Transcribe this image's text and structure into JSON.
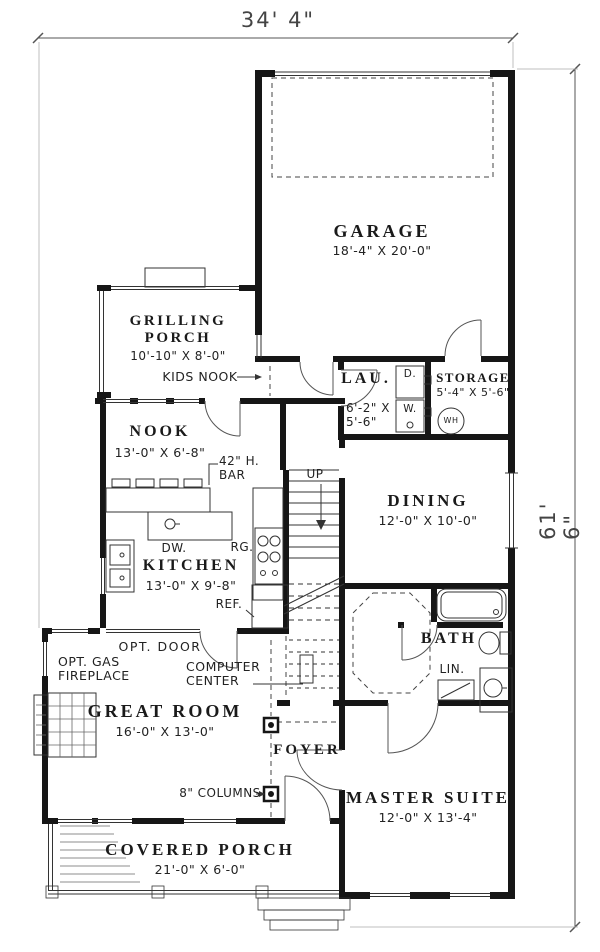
{
  "dimensions": {
    "overall_width": "34' 4\"",
    "overall_depth": "61' 6\""
  },
  "rooms": {
    "garage": {
      "name": "GARAGE",
      "size": "18'-4\" X 20'-0\""
    },
    "grilling_porch": {
      "name": "GRILLING PORCH",
      "size": "10'-10\" X 8'-0\""
    },
    "laundry": {
      "name": "LAU.",
      "size": "6'-2\" X 5'-6\""
    },
    "storage": {
      "name": "STORAGE",
      "size": "5'-4\" X 5'-6\""
    },
    "nook": {
      "name": "NOOK",
      "size": "13'-0\" X 6'-8\""
    },
    "dining": {
      "name": "DINING",
      "size": "12'-0\" X 10'-0\""
    },
    "kitchen": {
      "name": "KITCHEN",
      "size": "13'-0\" X 9'-8\""
    },
    "bath": {
      "name": "BATH"
    },
    "great_room": {
      "name": "GREAT ROOM",
      "size": "16'-0\" X 13'-0\""
    },
    "foyer": {
      "name": "FOYER"
    },
    "master_suite": {
      "name": "MASTER SUITE",
      "size": "12'-0\" X 13'-4\""
    },
    "covered_porch": {
      "name": "COVERED PORCH",
      "size": "21'-0\" X 6'-0\""
    }
  },
  "annotations": {
    "kids_nook": "KIDS NOOK",
    "bar": "42\" H. BAR",
    "up": "UP",
    "dw": "DW.",
    "rg": "RG.",
    "ref": "REF.",
    "opt_door": "OPT. DOOR",
    "computer_center": "COMPUTER CENTER",
    "opt_gas_fireplace": "OPT. GAS FIREPLACE",
    "lin": "LIN.",
    "columns": "8\" COLUMNS",
    "dryer": "D.",
    "washer": "W.",
    "water_heater": "WH"
  }
}
